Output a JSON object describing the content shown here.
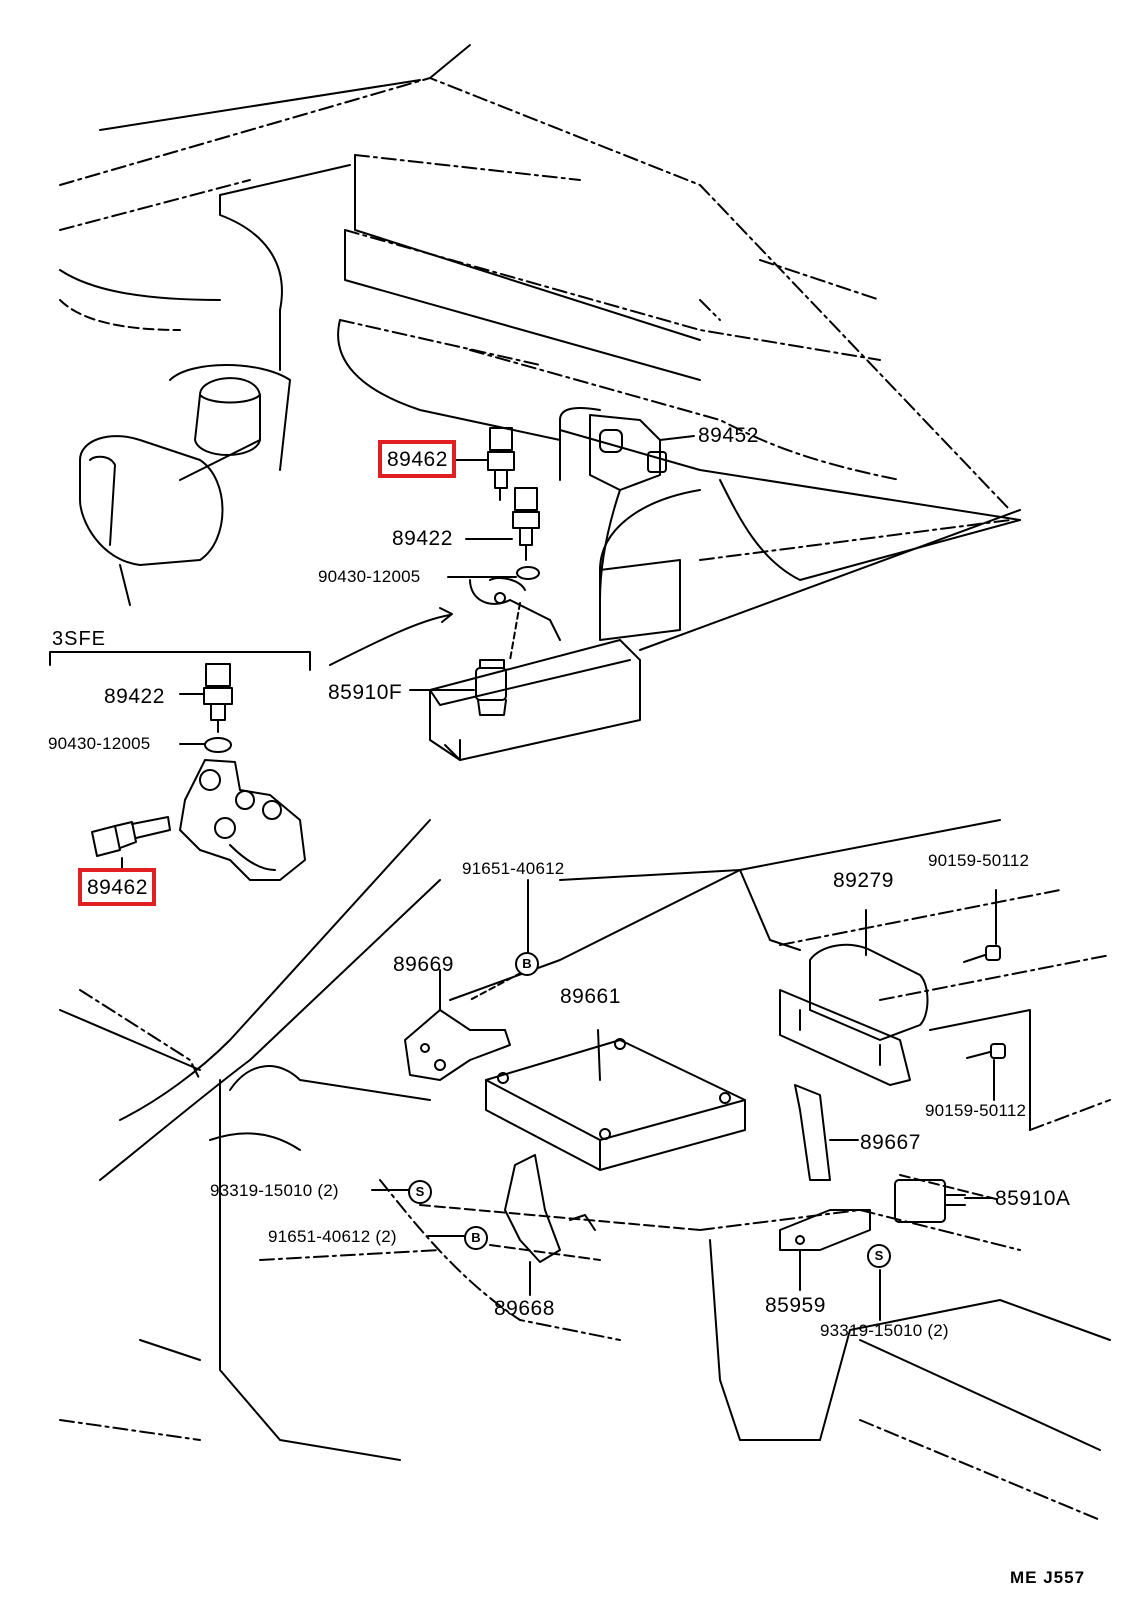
{
  "diagram": {
    "page_code": "ME  J557",
    "engine_variant": "3SFE",
    "colors": {
      "highlight": "#e02020",
      "line": "#000000",
      "background": "#ffffff"
    },
    "callouts": [
      {
        "id": "p89462-top",
        "text": "89462",
        "highlighted": true
      },
      {
        "id": "p89452",
        "text": "89452",
        "highlighted": false
      },
      {
        "id": "p89422-top",
        "text": "89422",
        "highlighted": false
      },
      {
        "id": "p90430-top",
        "text": "90430-12005",
        "highlighted": false
      },
      {
        "id": "p85910F",
        "text": "85910F",
        "highlighted": false
      },
      {
        "id": "p89422-3sfe",
        "text": "89422",
        "highlighted": false
      },
      {
        "id": "p90430-3sfe",
        "text": "90430-12005",
        "highlighted": false
      },
      {
        "id": "p89462-3sfe",
        "text": "89462",
        "highlighted": true
      },
      {
        "id": "p91651-top",
        "text": "91651-40612",
        "highlighted": false
      },
      {
        "id": "p89279",
        "text": "89279",
        "highlighted": false
      },
      {
        "id": "p90159-top",
        "text": "90159-50112",
        "highlighted": false
      },
      {
        "id": "p89669",
        "text": "89669",
        "highlighted": false
      },
      {
        "id": "p89661",
        "text": "89661",
        "highlighted": false
      },
      {
        "id": "p90159-bottom",
        "text": "90159-50112",
        "highlighted": false
      },
      {
        "id": "p89667",
        "text": "89667",
        "highlighted": false
      },
      {
        "id": "p93319-left",
        "text": "93319-15010 (2)",
        "highlighted": false
      },
      {
        "id": "p85910A",
        "text": "85910A",
        "highlighted": false
      },
      {
        "id": "p91651-bottom",
        "text": "91651-40612 (2)",
        "highlighted": false
      },
      {
        "id": "p85959",
        "text": "85959",
        "highlighted": false
      },
      {
        "id": "p89668",
        "text": "89668",
        "highlighted": false
      },
      {
        "id": "p93319-right",
        "text": "93319-15010 (2)",
        "highlighted": false
      }
    ],
    "markers": [
      {
        "id": "b1",
        "text": "B"
      },
      {
        "id": "b2",
        "text": "B"
      },
      {
        "id": "s1",
        "text": "S"
      },
      {
        "id": "s2",
        "text": "S"
      }
    ]
  }
}
